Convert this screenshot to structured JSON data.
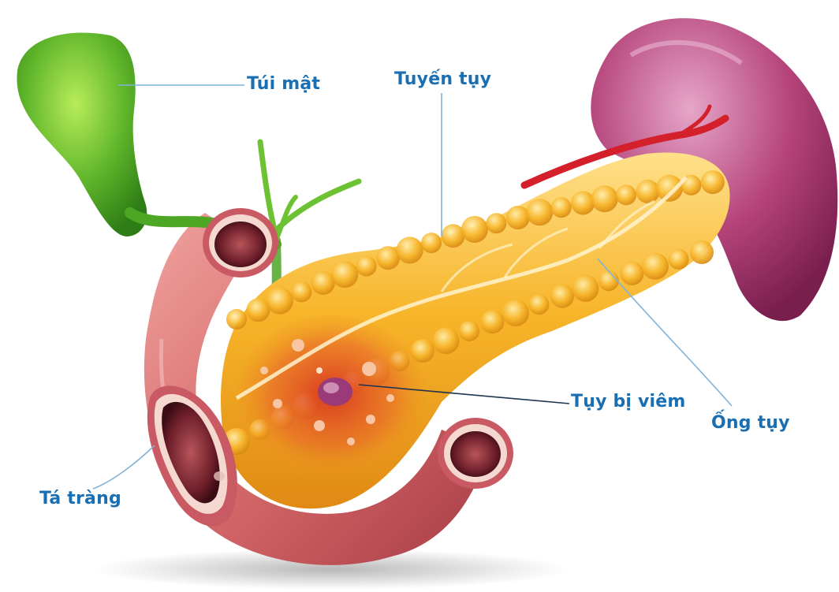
{
  "labels": {
    "gallbladder": "Túi mật",
    "pancreatic_gland": "Tuyến tụy",
    "inflamed_pancreas": "Tụy bị viêm",
    "pancreatic_duct": "Ống tụy",
    "duodenum": "Tá tràng"
  },
  "colors": {
    "label_text": "#1a6fb3",
    "leader_line": "#7fb3d9",
    "gallbladder": "#5fb52a",
    "pancreas": "#f2a51e",
    "duodenum": "#d66a6a",
    "spleen": "#b5447a",
    "inflammation": "#d8331f",
    "artery": "#d3202b"
  }
}
